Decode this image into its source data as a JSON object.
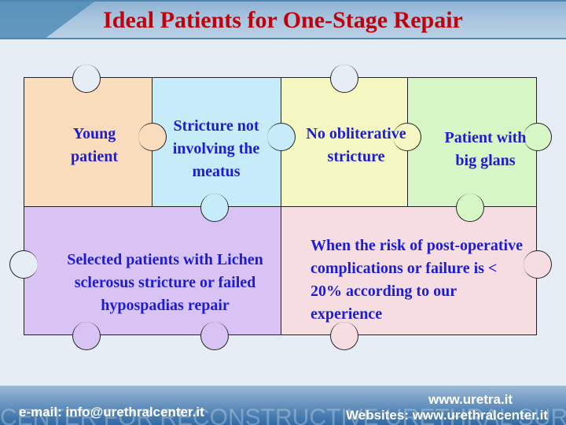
{
  "title": "Ideal Patients for One-Stage Repair",
  "pieces": [
    {
      "text": "Young patient",
      "color": "#f9dcbc"
    },
    {
      "text": "Stricture not involving the meatus",
      "color": "#c6ecf9"
    },
    {
      "text": "No obliterative stricture",
      "color": "#f4f7c2"
    },
    {
      "text": "Patient with big glans",
      "color": "#d6f6c6"
    },
    {
      "text": "Selected patients with Lichen sclerosus stricture or failed hypospadias repair",
      "color": "#d9c3f4"
    },
    {
      "text": "When the risk of post-operative complications or failure is < 20% according to our experience",
      "color": "#f6dde2"
    }
  ],
  "footer": {
    "email": "e-mail: info@urethralcenter.it",
    "site1": "www.uretra.it",
    "site2": "Websites: www.urethralcenter.it",
    "watermark": "CENTER FOR RECONSTRUCTIVE URETHRAL SURGERY"
  }
}
